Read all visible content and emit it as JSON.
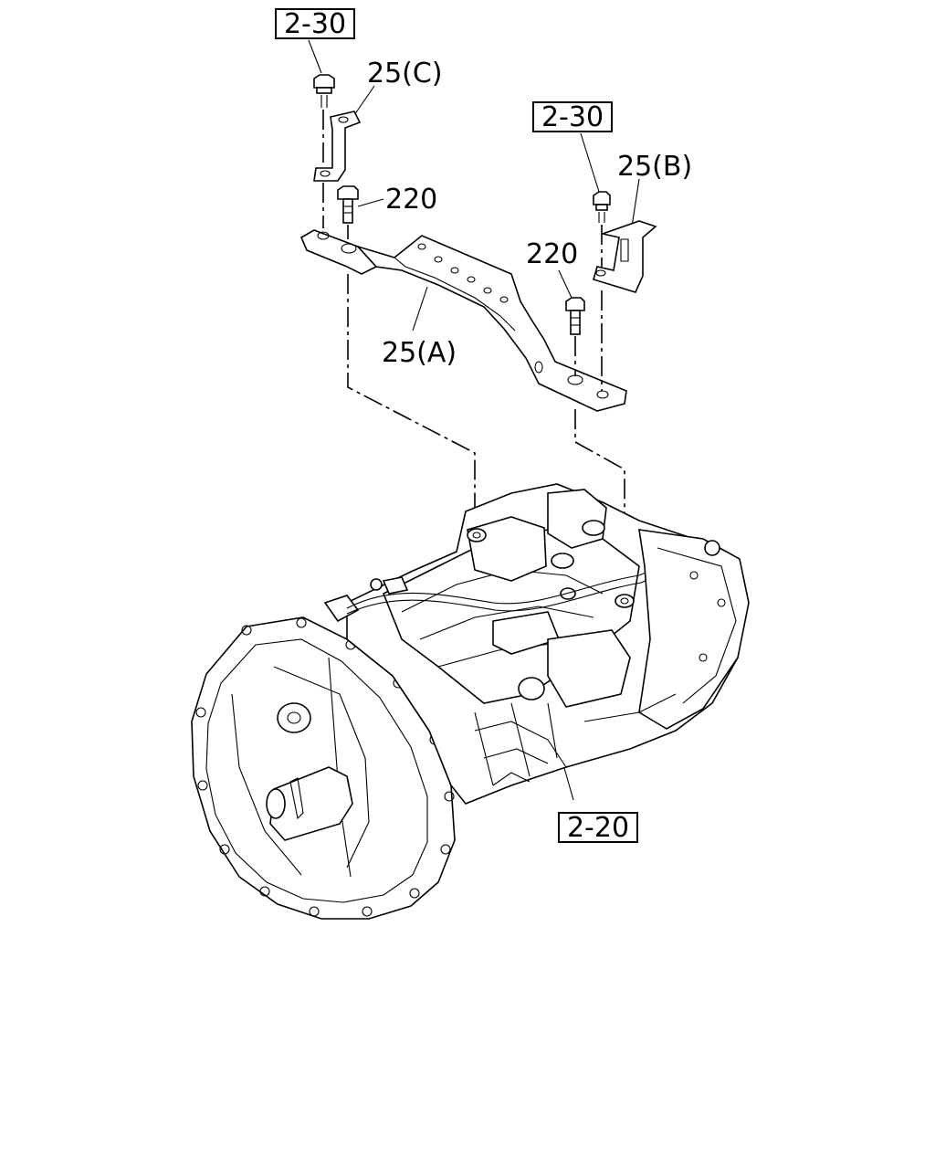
{
  "callouts": {
    "ref_top_left": "2-30",
    "ref_top_right": "2-30",
    "ref_bottom": "2-20",
    "bracket_c": "25(C)",
    "bracket_b": "25(B)",
    "bracket_a": "25(A)",
    "bolt_left": "220",
    "bolt_right": "220"
  }
}
